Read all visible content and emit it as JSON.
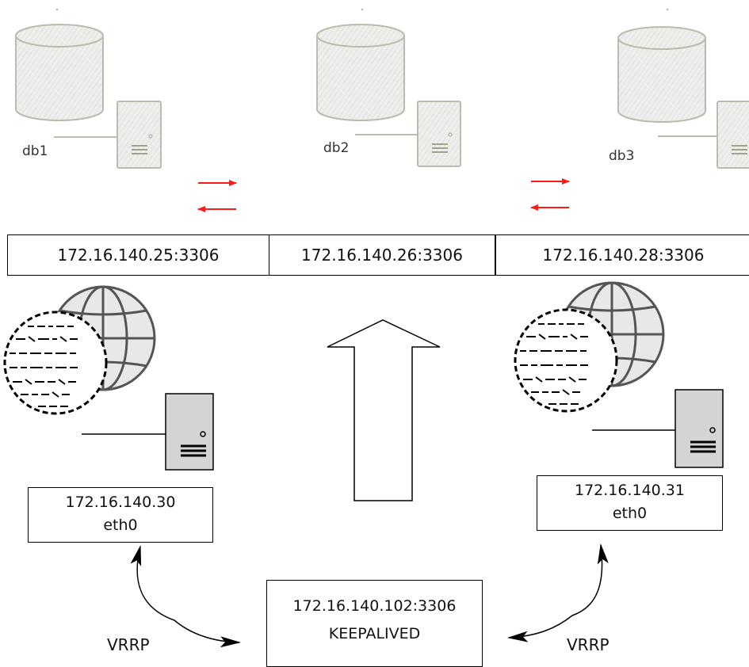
{
  "databases": [
    {
      "name": "db1",
      "address": "172.16.140.25:3306"
    },
    {
      "name": "db2",
      "address": "172.16.140.26:3306"
    },
    {
      "name": "db3",
      "address": "172.16.140.28:3306"
    }
  ],
  "nodes": [
    {
      "ip": "172.16.140.30",
      "iface": "eth0"
    },
    {
      "ip": "172.16.140.31",
      "iface": "eth0"
    }
  ],
  "vip": {
    "address": "172.16.140.102:3306",
    "label": "KEEPALIVED"
  },
  "protocol_labels": [
    "VRRP",
    "VRRP"
  ],
  "colors": {
    "replication_arrow": "#ff1a1a",
    "line": "#000000",
    "db_fill": "#ececec"
  }
}
